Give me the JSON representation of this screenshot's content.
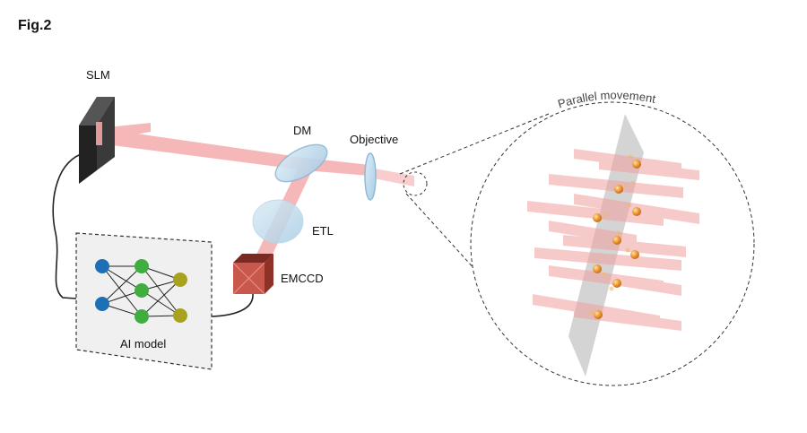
{
  "figure": {
    "label": "Fig.2"
  },
  "components": {
    "slm": "SLM",
    "dm": "DM",
    "objective": "Objective",
    "etl": "ETL",
    "emccd": "EMCCD",
    "ai_model": "AI model"
  },
  "inset": {
    "caption": "Parallel movement"
  },
  "colors": {
    "beam": "#f2a0a0",
    "optic_blue": "#bcd9ea",
    "emccd": "#c8574c",
    "neuron_blue": "#1f6fb6",
    "neuron_green": "#3fae3f",
    "neuron_olive": "#a9a21f",
    "atom_orange": "#e8922a"
  }
}
